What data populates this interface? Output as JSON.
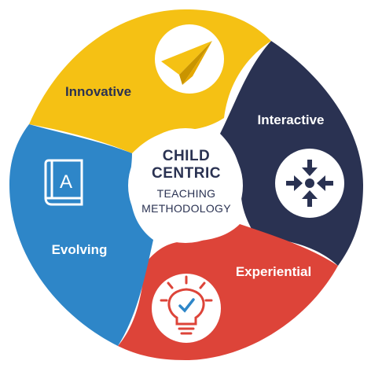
{
  "center": {
    "title_line1": "CHILD",
    "title_line2": "CENTRIC",
    "subtitle_line1": "TEACHING",
    "subtitle_line2": "METHODOLOGY"
  },
  "segments": [
    {
      "key": "innovative",
      "label": "Innovative",
      "color": "#F5C114",
      "label_color": "#2b3252",
      "icon": "paper-plane-icon"
    },
    {
      "key": "interactive",
      "label": "Interactive",
      "color": "#2A3252",
      "label_color": "#ffffff",
      "icon": "converging-arrows-icon"
    },
    {
      "key": "experiential",
      "label": "Experiential",
      "color": "#DD4439",
      "label_color": "#ffffff",
      "icon": "lightbulb-check-icon"
    },
    {
      "key": "evolving",
      "label": "Evolving",
      "color": "#2E86C8",
      "label_color": "#ffffff",
      "icon": "book-icon"
    }
  ],
  "colors": {
    "center_text": "#2A3252",
    "center_fill": "#ffffff"
  }
}
